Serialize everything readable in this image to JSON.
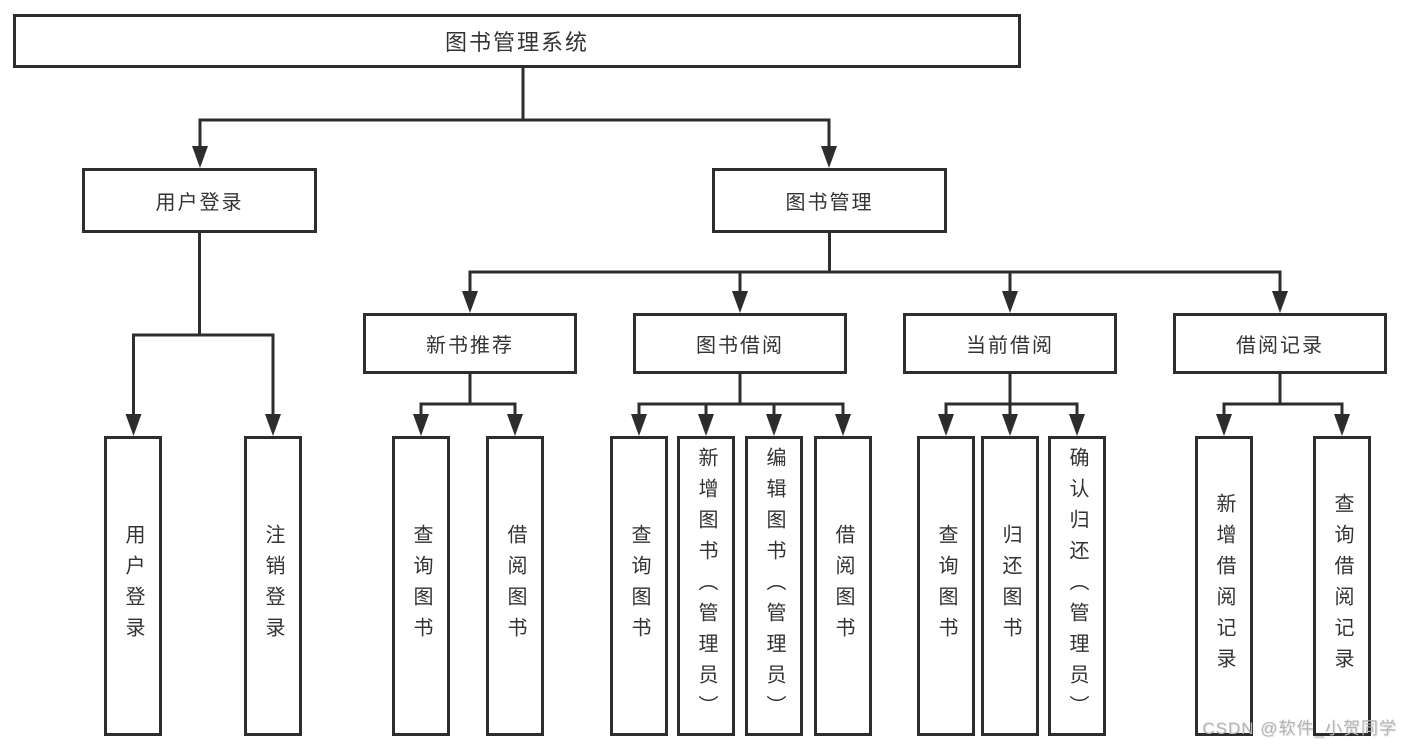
{
  "diagram": {
    "title": "图书管理系统",
    "colors": {
      "line": "#2d2d2d",
      "text": "#333333",
      "watermark": "#b3b3b3",
      "background": "#ffffff"
    },
    "nodes": {
      "root": {
        "label": "图书管理系统"
      },
      "userLogin": {
        "label": "用户登录"
      },
      "bookMgmt": {
        "label": "图书管理"
      },
      "newBookRec": {
        "label": "新书推荐"
      },
      "bookBorrow": {
        "label": "图书借阅"
      },
      "currentBorrow": {
        "label": "当前借阅"
      },
      "borrowRecords": {
        "label": "借阅记录"
      },
      "leafUserLogin": {
        "label": "用户登录"
      },
      "leafLogout": {
        "label": "注销登录"
      },
      "leafRecQueryBook": {
        "label": "查询图书"
      },
      "leafRecBorrowBook": {
        "label": "借阅图书"
      },
      "leafBorQueryBook": {
        "label": "查询图书"
      },
      "leafBorAddBook": {
        "label": "新增图书（管理员）"
      },
      "leafBorEditBook": {
        "label": "编辑图书（管理员）"
      },
      "leafBorBorrowBook": {
        "label": "借阅图书"
      },
      "leafCurQueryBook": {
        "label": "查询图书"
      },
      "leafCurReturnBook": {
        "label": "归还图书"
      },
      "leafCurConfirmReturn": {
        "label": "确认归还（管理员）"
      },
      "leafRecAddRecord": {
        "label": "新增借阅记录"
      },
      "leafRecQueryRecord": {
        "label": "查询借阅记录"
      }
    },
    "hierarchy": {
      "图书管理系统": {
        "用户登录": [
          "用户登录",
          "注销登录"
        ],
        "图书管理": {
          "新书推荐": [
            "查询图书",
            "借阅图书"
          ],
          "图书借阅": [
            "查询图书",
            "新增图书（管理员）",
            "编辑图书（管理员）",
            "借阅图书"
          ],
          "当前借阅": [
            "查询图书",
            "归还图书",
            "确认归还（管理员）"
          ],
          "借阅记录": [
            "新增借阅记录",
            "查询借阅记录"
          ]
        }
      }
    },
    "watermark": "CSDN @软件_小贺同学"
  }
}
